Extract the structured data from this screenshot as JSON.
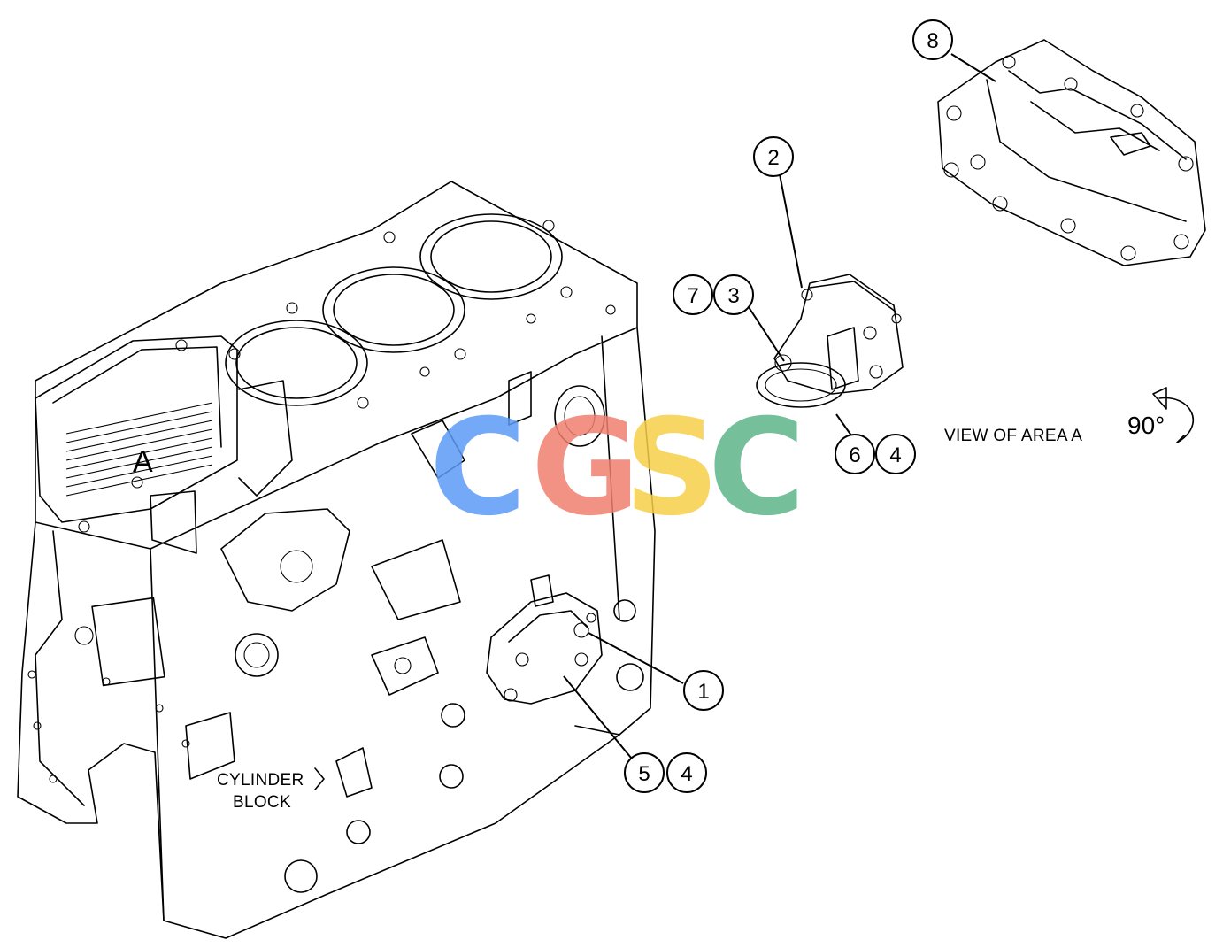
{
  "labels": {
    "view_of_area": "VIEW OF AREA  A",
    "rotation": "90°",
    "area_marker": "A",
    "cylinder_line1": "CYLINDER",
    "cylinder_line2": "BLOCK"
  },
  "callouts": {
    "c1": "1",
    "c2": "2",
    "c3": "3",
    "c4a": "4",
    "c4b": "4",
    "c5": "5",
    "c6": "6",
    "c7": "7",
    "c8": "8"
  },
  "watermark": {
    "letters": [
      "C",
      "G",
      "S",
      "C"
    ],
    "colors": [
      "#5b9bf5",
      "#f07f6f",
      "#f7cf4a",
      "#5fb58a"
    ]
  }
}
